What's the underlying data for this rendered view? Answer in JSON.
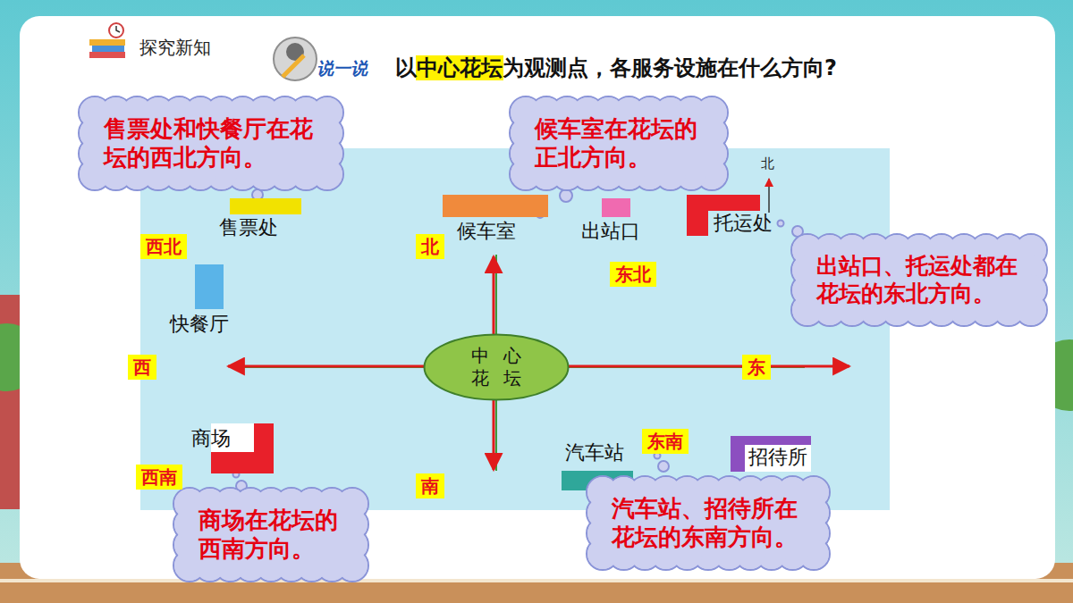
{
  "diagram": {
    "title": "以中心花坛为观测点，各服务设施在什么方向?",
    "nodes": [
      {
        "text": [
          "售票处和快餐厅在花坛的西北方向。"
        ]
      },
      {
        "text": [
          "候车室在花坛的正北方向。"
        ]
      },
      {
        "text": [
          "售票处"
        ]
      },
      {
        "text": [
          "候车室"
        ]
      },
      {
        "text": [
          "出站口"
        ]
      },
      {
        "text": [
          "托运处"
        ]
      },
      {
        "text": [
          "西北"
        ]
      },
      {
        "text": [
          "北"
        ]
      },
      {
        "text": [
          "出站口、托运处都在花坛的东北方向。"
        ]
      },
      {
        "text": [
          "东北"
        ]
      },
      {
        "text": [
          "快餐厅"
        ]
      },
      {
        "text": [
          "西"
        ]
      },
      {
        "text": [
          "中心花坛"
        ]
      },
      {
        "text": [
          "东"
        ]
      },
      {
        "text": [
          "东南"
        ]
      },
      {
        "text": [
          "汽车站"
        ]
      },
      {
        "text": [
          "招待所"
        ]
      },
      {
        "text": [
          "商场"
        ]
      },
      {
        "text": [
          "西南"
        ]
      },
      {
        "text": [
          "南"
        ]
      },
      {
        "text": [
          "商场在花坛的西南方向。"
        ]
      },
      {
        "text": [
          "汽车站、招待所在花坛的东南方向。"
        ]
      }
    ],
    "labels": [
      "探究新知",
      "说一说",
      "北"
    ]
  }
}
